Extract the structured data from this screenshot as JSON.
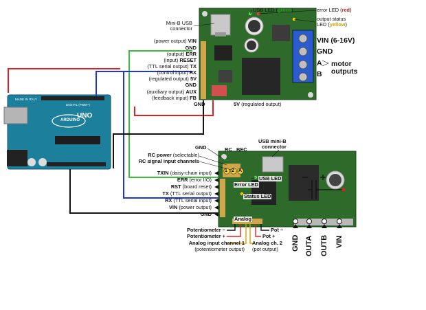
{
  "top_board": {
    "usb_led_label": "USB LED (",
    "usb_led_color": "green",
    "usb_led_close": ")",
    "error_led_label": "error LED (",
    "error_led_color": "red",
    "error_led_close": ")",
    "output_status_label_1": "output status",
    "output_status_label_2": "LED (",
    "output_status_color": "yellow",
    "output_status_close": ")",
    "mini_b_usb_1": "Mini-B USB",
    "mini_b_usb_2": "connector",
    "vin_range": "VIN (6-16V)",
    "gnd": "GND",
    "a": "A",
    "b": "B",
    "motor_outputs_1": "motor",
    "motor_outputs_2": "outputs",
    "pins": [
      {
        "desc": "(power output)",
        "name": "VIN"
      },
      {
        "desc": "",
        "name": "GND"
      },
      {
        "desc": "(output)",
        "name": "ERR"
      },
      {
        "desc": "(input)",
        "name": "RESET"
      },
      {
        "desc": "(TTL serial output)",
        "name": "TX"
      },
      {
        "desc": "(control input)",
        "name": "RX"
      },
      {
        "desc": "(regulated output)",
        "name": "5V"
      },
      {
        "desc": "",
        "name": "GND"
      },
      {
        "desc": "(auxiliary output)",
        "name": "AUX"
      },
      {
        "desc": "(feedback input)",
        "name": "FB"
      }
    ],
    "bottom_gnd": "GND",
    "bottom_5v": "5V",
    "bottom_5v_desc": "(regulated output)"
  },
  "arduino": {
    "brand": "ARDUINO",
    "model": "UNO",
    "made_in": "MADE IN ITALY",
    "digital": "DIGITAL (PWM~)"
  },
  "bottom_board": {
    "gnd_top": "GND",
    "rc_header": "RC",
    "bec_header": "BEC",
    "usb_mini_b_1": "USB mini-B",
    "usb_mini_b_2": "connector",
    "rc_power_name": "RC power",
    "rc_power_desc": "(selectable)",
    "rc_signal": "RC signal input channels",
    "pins": [
      {
        "name": "TXIN",
        "desc": "(daisy-chain input)"
      },
      {
        "name": "ERR",
        "desc": "(error I/O)"
      },
      {
        "name": "RST",
        "desc": "(board reset)"
      },
      {
        "name": "TX",
        "desc": "(TTL serial output)"
      },
      {
        "name": "RX",
        "desc": "(TTL serial input)"
      },
      {
        "name": "VIN",
        "desc": "(power output)"
      },
      {
        "name": "GND",
        "desc": ""
      }
    ],
    "usb_led": "USB LED",
    "error_led": "Error LED",
    "status_led": "Status LED",
    "rc_nums": [
      "1",
      "2",
      "A"
    ],
    "analog": "Analog",
    "pot_minus_left": "Potentiometer −",
    "pot_plus_left": "Potentiometer +",
    "analog_ch1": "Analog input channel 1",
    "analog_ch1_desc": "(potentiometer output)",
    "pot_minus_right": "Pot −",
    "pot_plus_right": "Pot +",
    "analog_ch2": "Analog ch. 2",
    "analog_ch2_desc": "(pot output)",
    "outputs": [
      "GND",
      "OUTA",
      "OUTB",
      "VIN"
    ]
  },
  "colors": {
    "board": "#2e6a2a",
    "arduino": "#1c7f9c",
    "wire_red": "#e02020",
    "wire_green": "#3bbf3b",
    "wire_blue": "#2033d8",
    "wire_black": "#111111"
  }
}
